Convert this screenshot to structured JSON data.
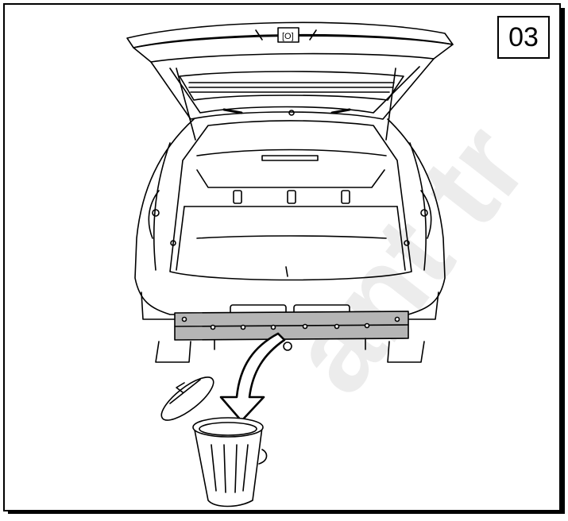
{
  "step": {
    "number": "03"
  },
  "watermark": {
    "text": "ant tr"
  },
  "colors": {
    "line": "#000000",
    "bumper": "#b5b5b5",
    "paper": "#ffffff",
    "watermark": "#ececec"
  },
  "tailgate_badge": {
    "text": "[O]"
  }
}
